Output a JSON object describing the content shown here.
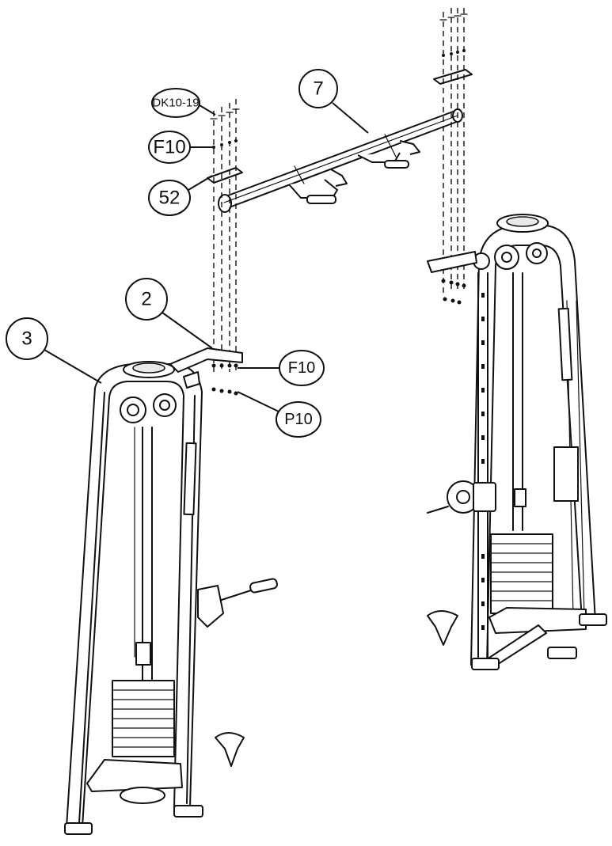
{
  "callouts": {
    "part_dk10_19": "DK10-19",
    "part_f10_top": "F10",
    "part_52": "52",
    "part_7": "7",
    "part_2": "2",
    "part_3": "3",
    "part_f10_side": "F10",
    "part_p10": "P10"
  }
}
